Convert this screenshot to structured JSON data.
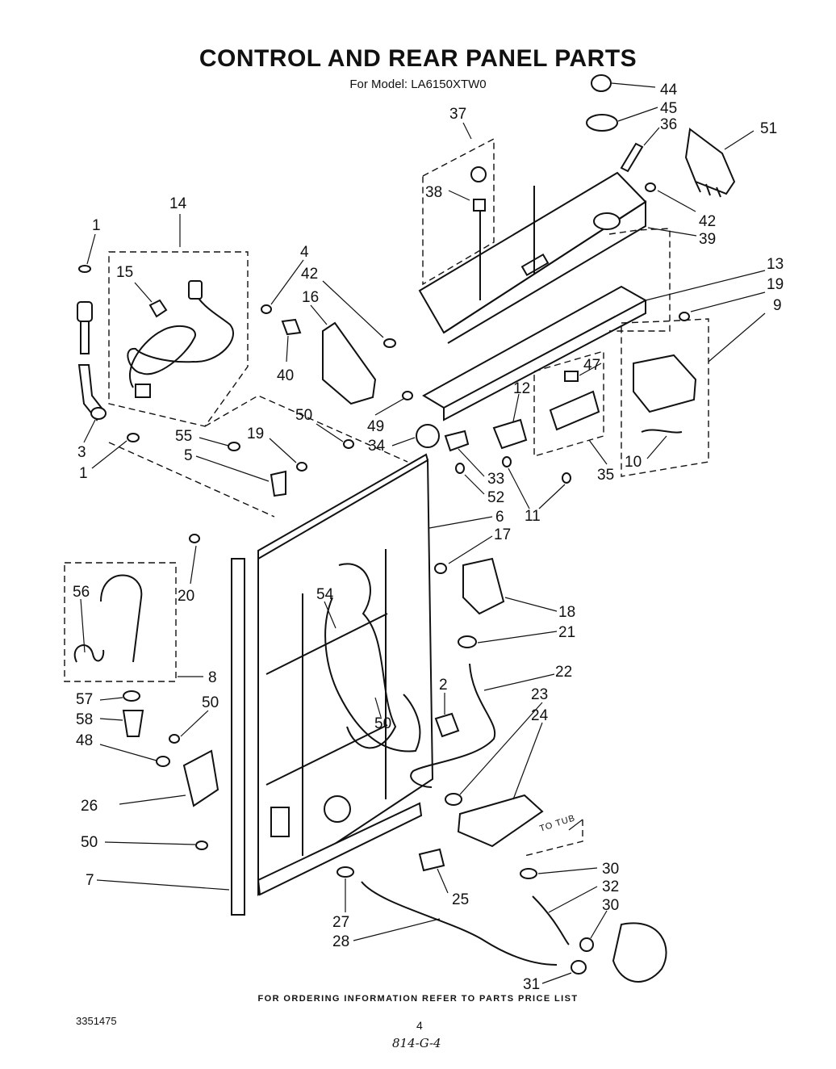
{
  "title": "CONTROL AND REAR PANEL PARTS",
  "subtitle": "For Model: LA6150XTW0",
  "footer": "FOR ORDERING INFORMATION REFER TO PARTS PRICE LIST",
  "document_number": "3351475",
  "page_number": "4",
  "handwritten_note": "814-G-4",
  "tub_annotation": "TO TUB",
  "callouts": [
    {
      "id": "c44",
      "text": "44"
    },
    {
      "id": "c45",
      "text": "45"
    },
    {
      "id": "c36",
      "text": "36"
    },
    {
      "id": "c37",
      "text": "37"
    },
    {
      "id": "c51",
      "text": "51"
    },
    {
      "id": "c38",
      "text": "38"
    },
    {
      "id": "c14",
      "text": "14"
    },
    {
      "id": "c42a",
      "text": "42"
    },
    {
      "id": "c39",
      "text": "39"
    },
    {
      "id": "c1a",
      "text": "1"
    },
    {
      "id": "c4",
      "text": "4"
    },
    {
      "id": "c42b",
      "text": "42"
    },
    {
      "id": "c13",
      "text": "13"
    },
    {
      "id": "c15",
      "text": "15"
    },
    {
      "id": "c16",
      "text": "16"
    },
    {
      "id": "c19a",
      "text": "19"
    },
    {
      "id": "c9",
      "text": "9"
    },
    {
      "id": "c47",
      "text": "47"
    },
    {
      "id": "c40",
      "text": "40"
    },
    {
      "id": "c12",
      "text": "12"
    },
    {
      "id": "c49",
      "text": "49"
    },
    {
      "id": "c50a",
      "text": "50"
    },
    {
      "id": "c3",
      "text": "3"
    },
    {
      "id": "c55",
      "text": "55"
    },
    {
      "id": "c19b",
      "text": "19"
    },
    {
      "id": "c34",
      "text": "34"
    },
    {
      "id": "c5",
      "text": "5"
    },
    {
      "id": "c1b",
      "text": "1"
    },
    {
      "id": "c10",
      "text": "10"
    },
    {
      "id": "c35",
      "text": "35"
    },
    {
      "id": "c33",
      "text": "33"
    },
    {
      "id": "c52",
      "text": "52"
    },
    {
      "id": "c11",
      "text": "11"
    },
    {
      "id": "c6",
      "text": "6"
    },
    {
      "id": "c17",
      "text": "17"
    },
    {
      "id": "c20",
      "text": "20"
    },
    {
      "id": "c56",
      "text": "56"
    },
    {
      "id": "c54",
      "text": "54"
    },
    {
      "id": "c18",
      "text": "18"
    },
    {
      "id": "c21",
      "text": "21"
    },
    {
      "id": "c8",
      "text": "8"
    },
    {
      "id": "c22",
      "text": "22"
    },
    {
      "id": "c2",
      "text": "2"
    },
    {
      "id": "c57",
      "text": "57"
    },
    {
      "id": "c23",
      "text": "23"
    },
    {
      "id": "c50b",
      "text": "50"
    },
    {
      "id": "c24",
      "text": "24"
    },
    {
      "id": "c58",
      "text": "58"
    },
    {
      "id": "c50c",
      "text": "50"
    },
    {
      "id": "c48",
      "text": "48"
    },
    {
      "id": "c26",
      "text": "26"
    },
    {
      "id": "c50d",
      "text": "50"
    },
    {
      "id": "c30a",
      "text": "30"
    },
    {
      "id": "c7",
      "text": "7"
    },
    {
      "id": "c25",
      "text": "25"
    },
    {
      "id": "c32",
      "text": "32"
    },
    {
      "id": "c30b",
      "text": "30"
    },
    {
      "id": "c27",
      "text": "27"
    },
    {
      "id": "c28",
      "text": "28"
    },
    {
      "id": "c31",
      "text": "31"
    }
  ]
}
